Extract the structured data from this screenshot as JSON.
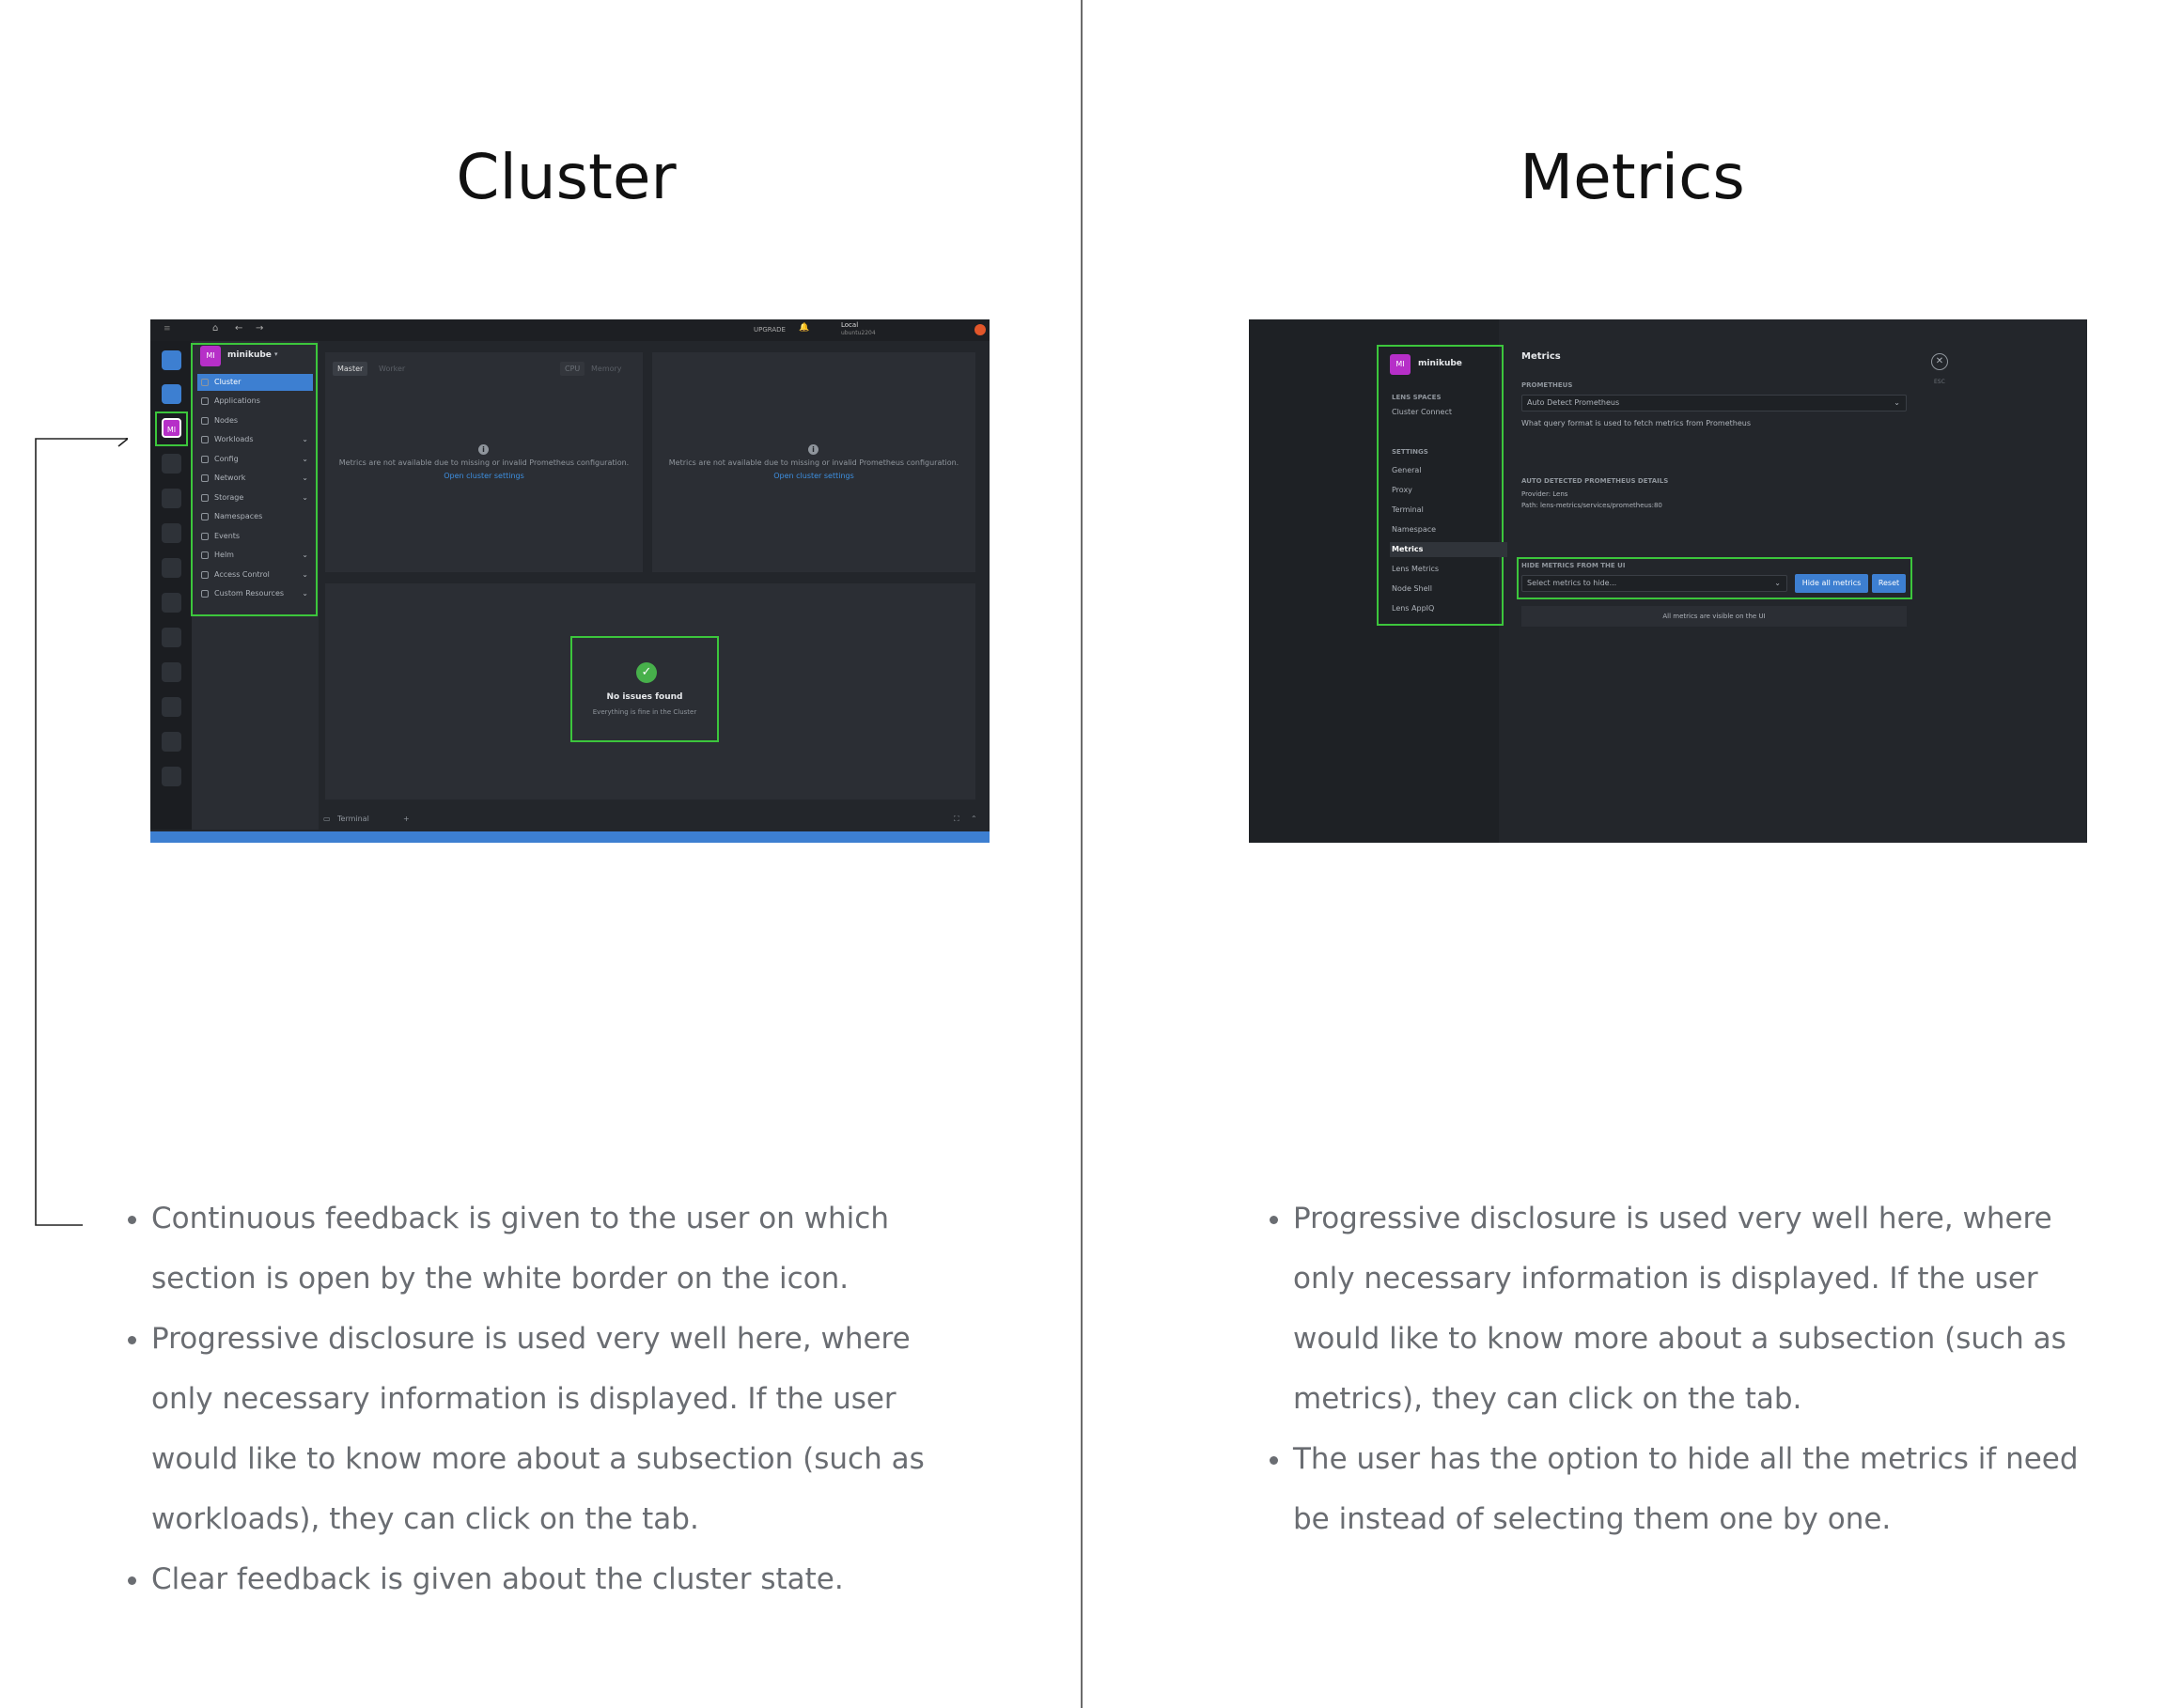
{
  "left": {
    "title": "Cluster",
    "app": {
      "topbar": {
        "upgrade": "UPGRADE",
        "local": "Local",
        "host": "ubuntu2204"
      },
      "hotbar": {
        "avatar": "MI"
      },
      "cluster_name": "minikube",
      "avatar": "MI",
      "sidebar_items": [
        "Cluster",
        "Applications",
        "Nodes",
        "Workloads",
        "Config",
        "Network",
        "Storage",
        "Namespaces",
        "Events",
        "Helm",
        "Access Control",
        "Custom Resources"
      ],
      "tabs": {
        "master": "Master",
        "worker": "Worker",
        "cpu": "CPU",
        "memory": "Memory"
      },
      "metrics_msg": "Metrics are not available due to missing or invalid Prometheus configuration.",
      "metrics_link": "Open cluster settings",
      "issues_title": "No issues found",
      "issues_sub": "Everything is fine in the Cluster",
      "terminal": "Terminal"
    },
    "bullets": [
      "Continuous feedback is given to the user on which section is open by the white border on the icon.",
      "Progressive disclosure is used very well here, where only necessary information is displayed. If the user would like to know more about a subsection (such as workloads), they can click on the tab.",
      "Clear feedback is given about the cluster state."
    ]
  },
  "right": {
    "title": "Metrics",
    "app": {
      "avatar": "MI",
      "cluster_name": "minikube",
      "lens_spaces": "LENS SPACES",
      "cluster_connect": "Cluster Connect",
      "settings": "SETTINGS",
      "settings_items": [
        "General",
        "Proxy",
        "Terminal",
        "Namespace",
        "Metrics",
        "Lens Metrics",
        "Node Shell",
        "Lens AppIQ"
      ],
      "heading": "Metrics",
      "prometheus_label": "PROMETHEUS",
      "prometheus_select": "Auto Detect Prometheus",
      "prometheus_hint": "What query format is used to fetch metrics from Prometheus",
      "auto_label": "AUTO DETECTED PROMETHEUS DETAILS",
      "provider": "Provider:  Lens",
      "path": "Path:  lens-metrics/services/prometheus:80",
      "hide_label": "HIDE METRICS FROM THE UI",
      "hide_placeholder": "Select metrics to hide...",
      "hide_all": "Hide all metrics",
      "reset": "Reset",
      "all_visible": "All metrics are visible on the UI",
      "esc": "ESC"
    },
    "bullets": [
      "Progressive disclosure is used very well here, where only necessary information is displayed. If the user would like to know more about a subsection (such as metrics), they can click on the tab.",
      "The user has the option to hide all the metrics if need be instead of selecting them one by one."
    ]
  }
}
